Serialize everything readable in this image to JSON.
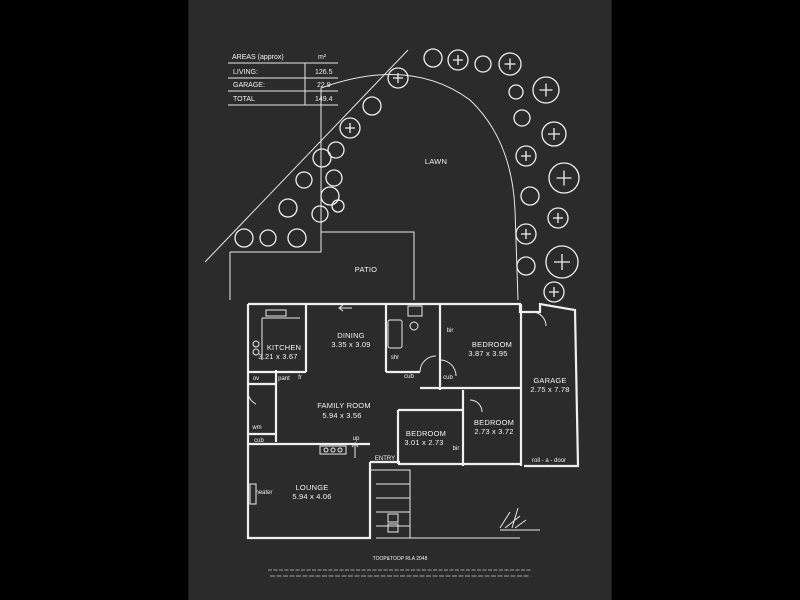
{
  "areas_table": {
    "header": "AREAS (approx)",
    "unit": "m²",
    "rows": [
      {
        "label": "LIVING:",
        "value": "126.5"
      },
      {
        "label": "GARAGE:",
        "value": "22.9"
      },
      {
        "label": "TOTAL",
        "value": "149.4"
      }
    ]
  },
  "outdoor": {
    "lawn": "LAWN",
    "patio": "PATIO"
  },
  "rooms": {
    "kitchen": {
      "name": "KITCHEN",
      "size": "3.21 x 3.67"
    },
    "dining": {
      "name": "DINING",
      "size": "3.35 x 3.09"
    },
    "bedroom1": {
      "name": "BEDROOM",
      "size": "3.87 x 3.95"
    },
    "family": {
      "name": "FAMILY ROOM",
      "size": "5.94 x 3.56"
    },
    "bedroom2": {
      "name": "BEDROOM",
      "size": "3.01 x 2.73"
    },
    "bedroom3": {
      "name": "BEDROOM",
      "size": "2.73 x 3.72"
    },
    "garage": {
      "name": "GARAGE",
      "size": "2.75 x 7.78"
    },
    "lounge": {
      "name": "LOUNGE",
      "size": "5.94 x 4.06"
    }
  },
  "labels": {
    "shr": "shr",
    "bir1": "bir",
    "bir2": "bir",
    "cub1": "cub",
    "cub2": "cub",
    "cub3": "cub",
    "ov": "ov",
    "pant": "pant",
    "fr": "fr",
    "wm": "wm",
    "up": "up",
    "entry": "ENTRY",
    "heater": "heater",
    "roll_door": "roll - a - door"
  },
  "footer": {
    "credit": "TOOP&TOOP RLA 2048"
  }
}
